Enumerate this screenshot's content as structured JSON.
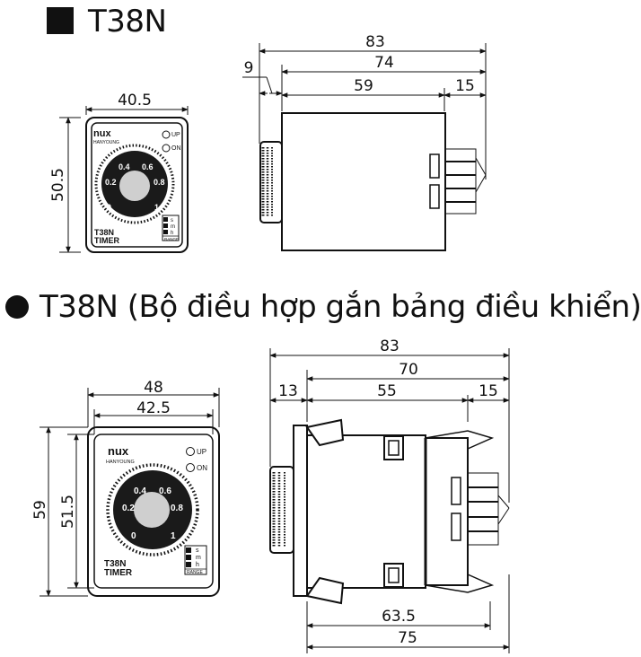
{
  "title_1": "T38N",
  "title_2": "T38N (Bộ điều hợp gắn bảng điều khiển)",
  "top": {
    "front": {
      "width": "40.5",
      "height": "50.5"
    },
    "side": {
      "overall": "83",
      "body": "74",
      "case": "59",
      "pins": "15",
      "knob": "9"
    }
  },
  "bottom": {
    "front": {
      "outer_width": "48",
      "inner_width": "42.5",
      "outer_height": "59",
      "inner_height": "51.5"
    },
    "side": {
      "overall": "83",
      "body": "70",
      "case": "55",
      "pins": "15",
      "knob": "13",
      "bracket": "63.5",
      "base": "75"
    }
  },
  "timer": {
    "brand": "nux",
    "brand_sub": "HANYOUNG",
    "model": "T38N",
    "name": "TIMER",
    "led_up": "UP",
    "led_on": "ON",
    "scale": [
      "0",
      "0.2",
      "0.4",
      "0.6",
      "0.8",
      "1"
    ],
    "range": [
      "s",
      "m",
      "h"
    ],
    "range_label": "RANGE"
  }
}
